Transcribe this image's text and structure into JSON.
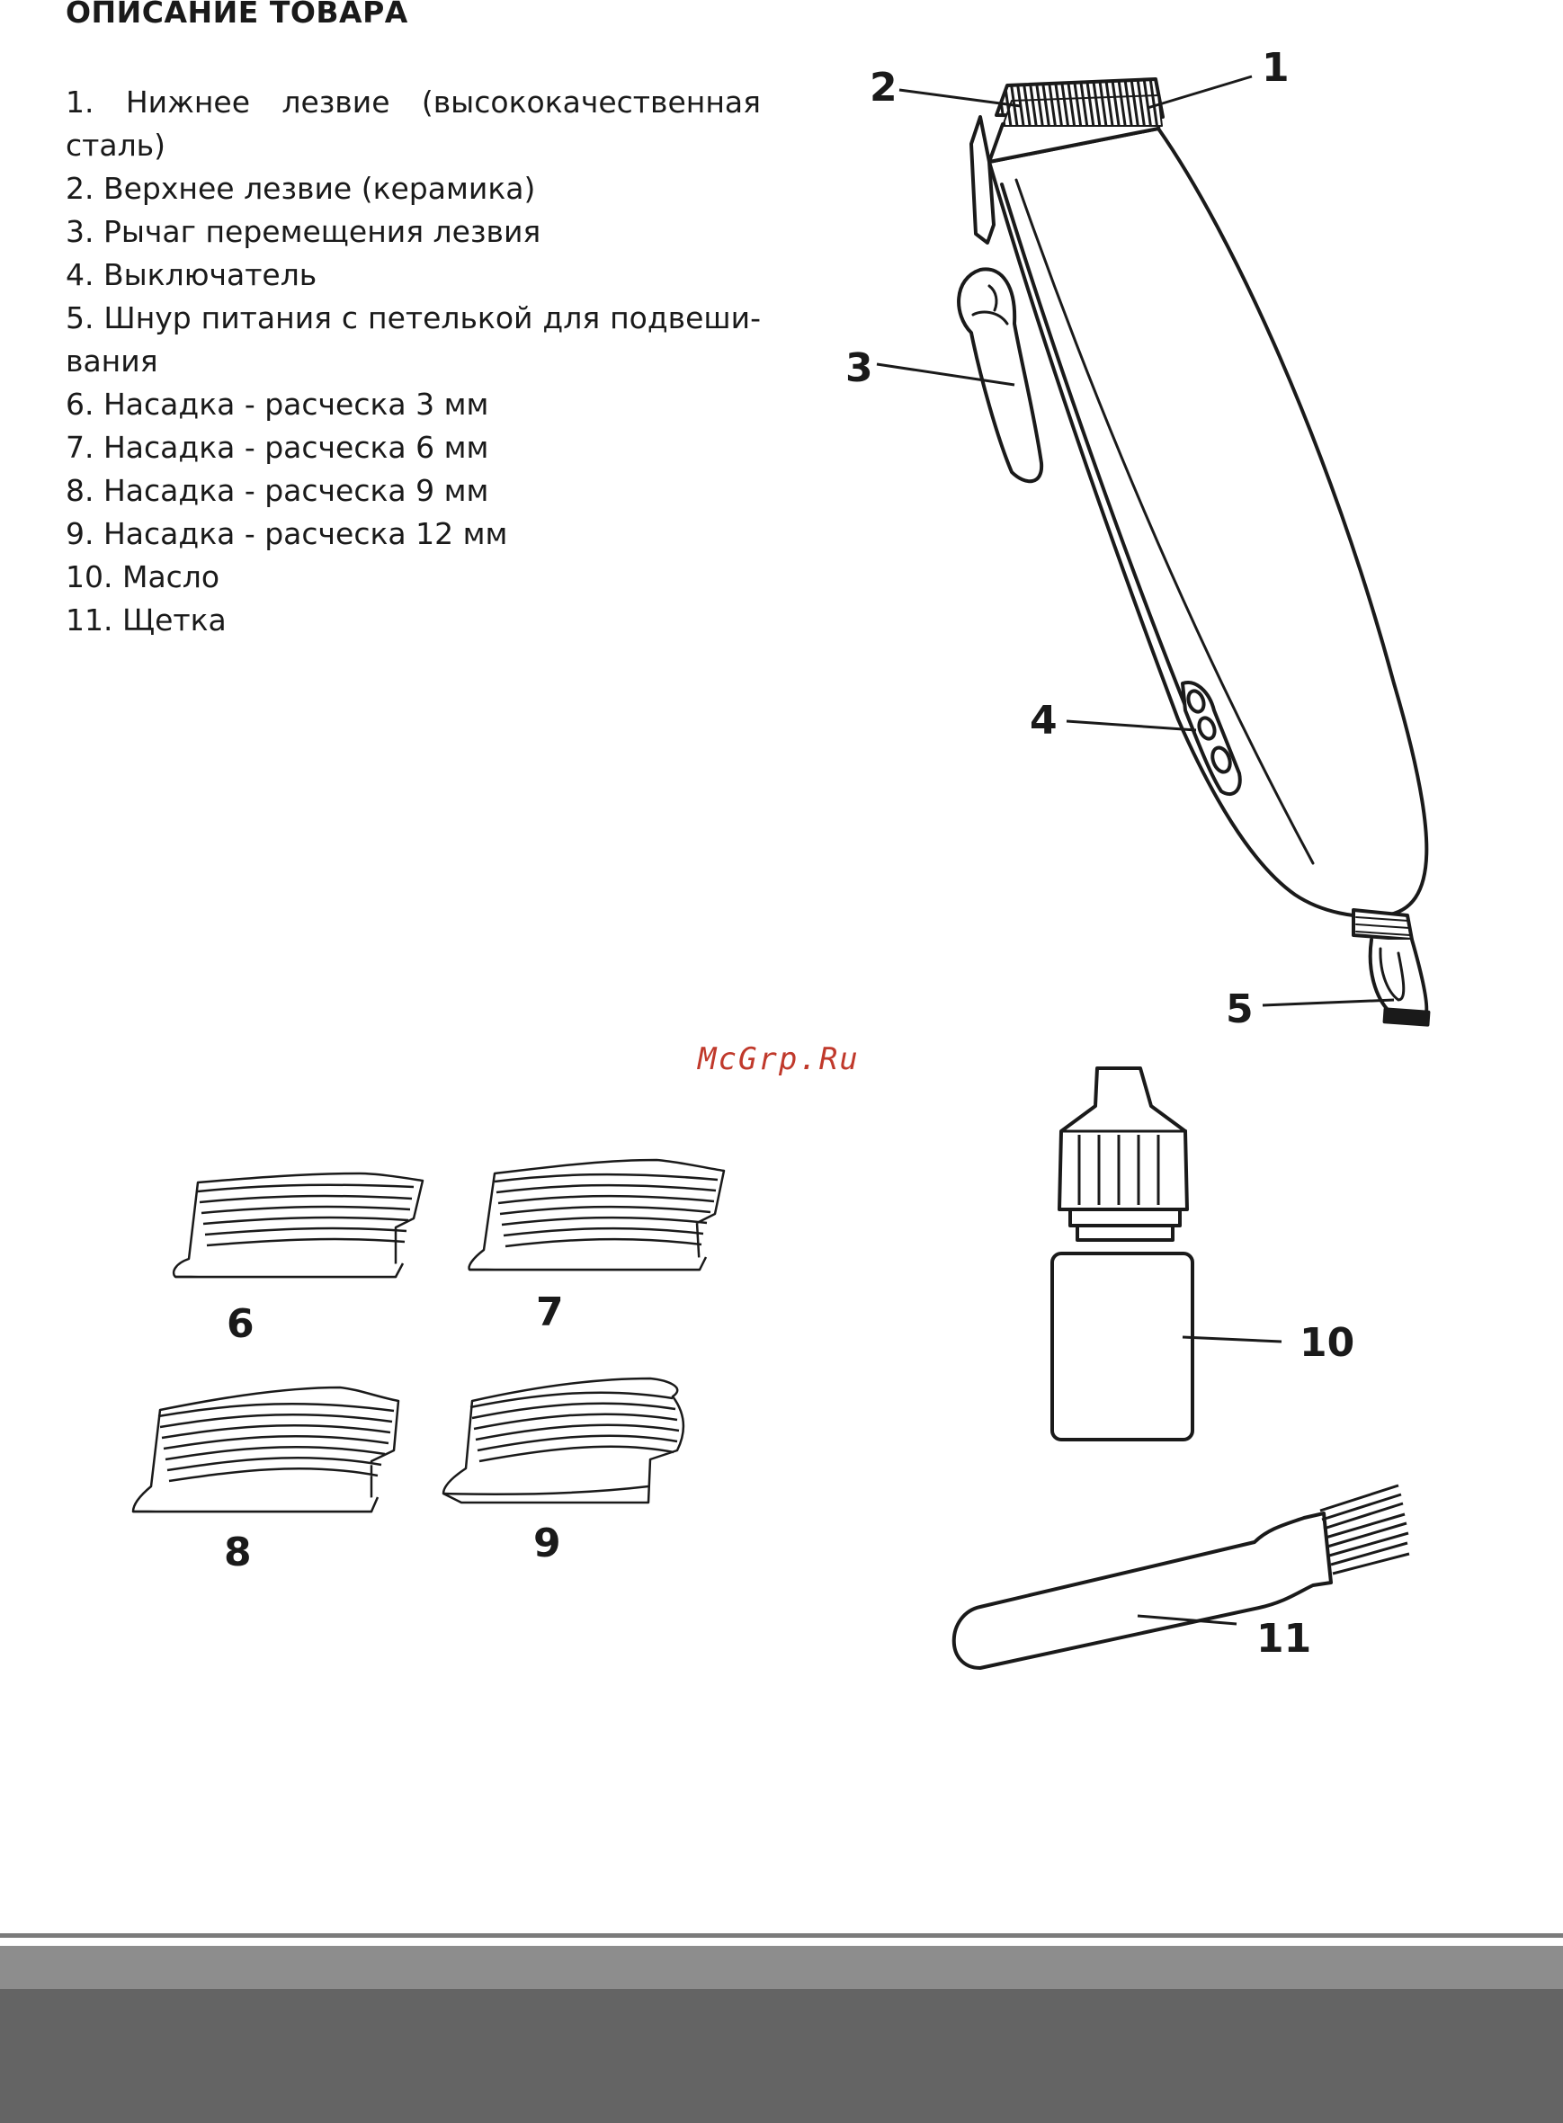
{
  "heading": "ОПИСАНИЕ ТОВАРА",
  "items": [
    "1.      Нижнее   лезвие   (высококачественная",
    "сталь)",
    "2.  Верхнее лезвие (керамика)",
    "3.  Рычаг перемещения лезвия",
    "4.  Выключатель",
    "5. Шнур питания с петелькой для подвеши-",
    "вания",
    "6.  Насадка -  расческа 3 мм",
    "7.  Насадка - расческа 6 мм",
    "8.  Насадка -  расческа 9 мм",
    "9.  Насадка - расческа  12 мм",
    "10. Масло",
    "11. Щетка"
  ],
  "callouts": {
    "c1": "1",
    "c2": "2",
    "c3": "3",
    "c4": "4",
    "c5": "5",
    "c6": "6",
    "c7": "7",
    "c8": "8",
    "c9": "9",
    "c10": "10",
    "c11": "11"
  },
  "watermark": "McGrp.Ru"
}
